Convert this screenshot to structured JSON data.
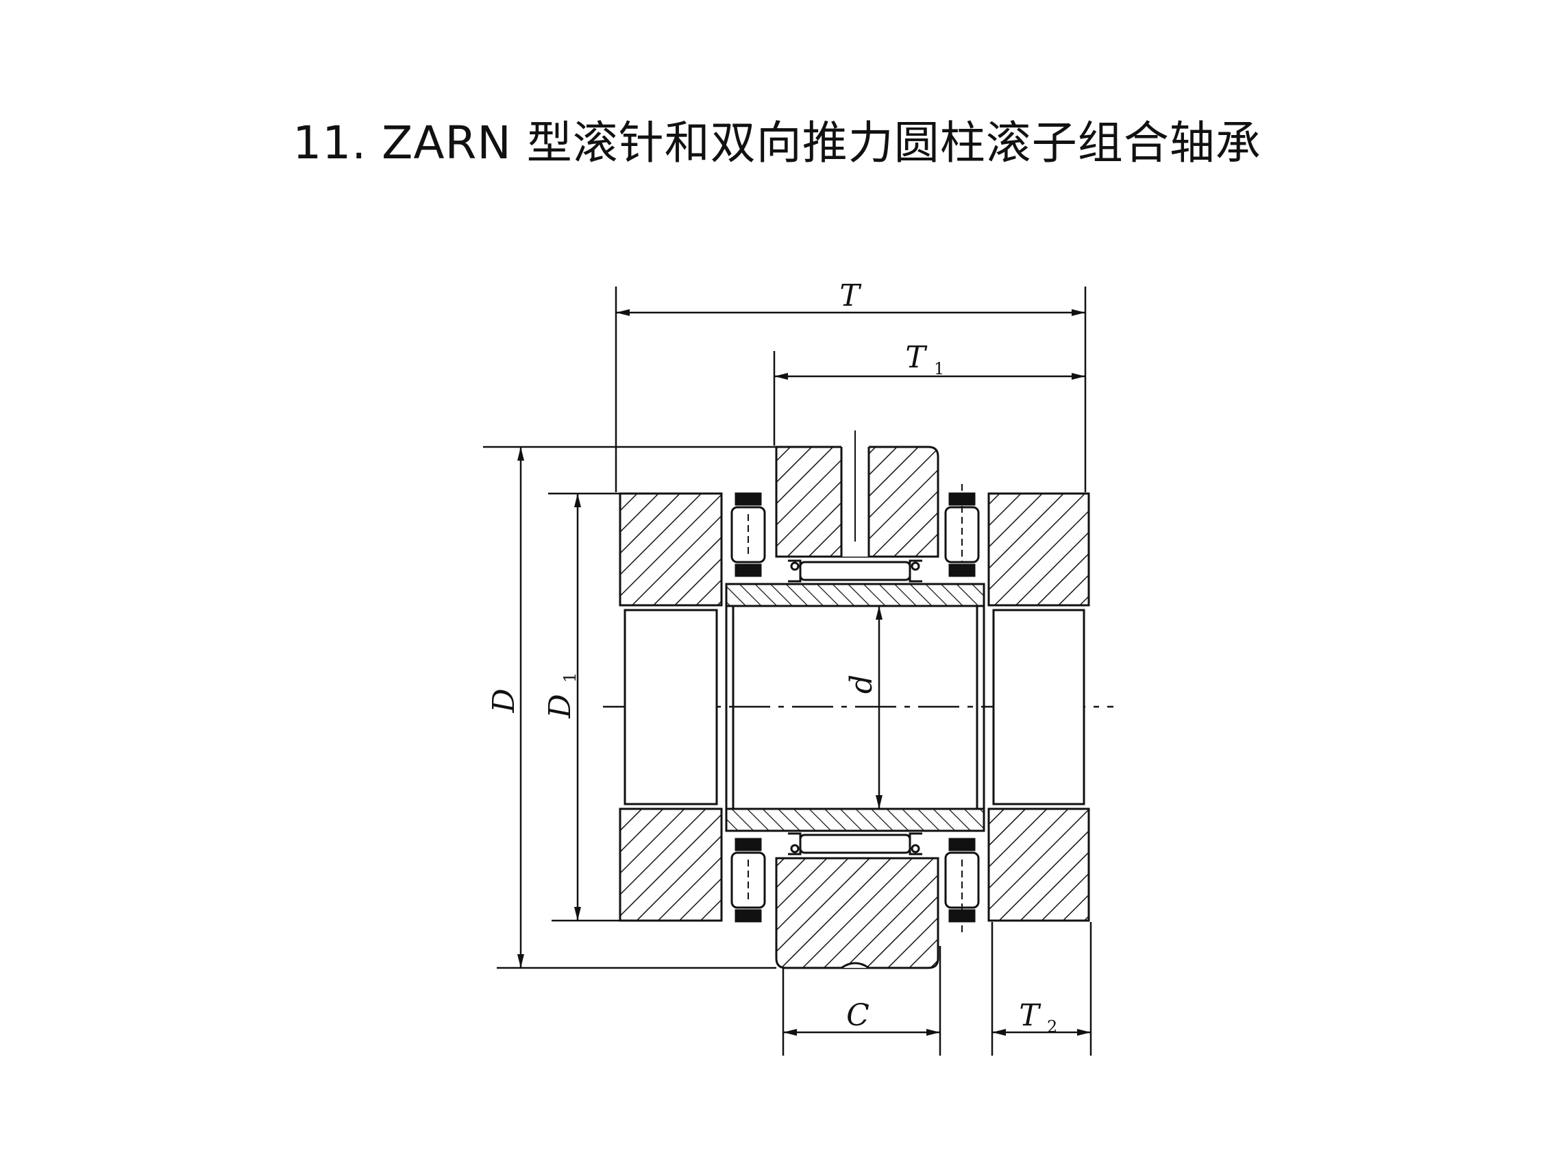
{
  "title": "11. ZARN 型滚针和双向推力圆柱滚子组合轴承",
  "dimensions": {
    "T": {
      "symbol": "T",
      "subscript": ""
    },
    "T1": {
      "symbol": "T",
      "subscript": "1"
    },
    "T2": {
      "symbol": "T",
      "subscript": "2"
    },
    "C": {
      "symbol": "C",
      "subscript": ""
    },
    "D": {
      "symbol": "D",
      "subscript": ""
    },
    "D1": {
      "symbol": "D",
      "subscript": "1"
    },
    "d": {
      "symbol": "d",
      "subscript": ""
    }
  }
}
